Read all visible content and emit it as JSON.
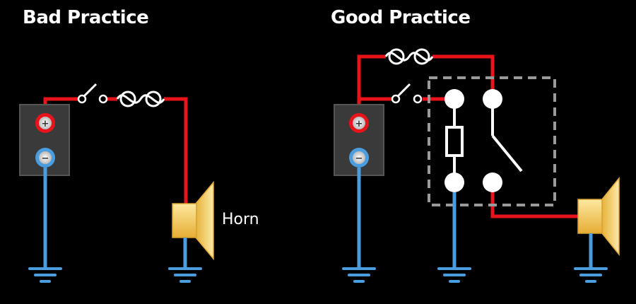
{
  "titles": {
    "bad": "Bad Practice",
    "good": "Good Practice"
  },
  "labels": {
    "horn": "Horn",
    "plus": "+",
    "minus": "−"
  },
  "colors": {
    "background": "#000000",
    "positive_wire": "#e8141c",
    "ground_wire": "#4a9ee0",
    "battery_body": "#3a3a3a",
    "relay_box": "#9a9a9a",
    "horn": "#f2c94c"
  }
}
